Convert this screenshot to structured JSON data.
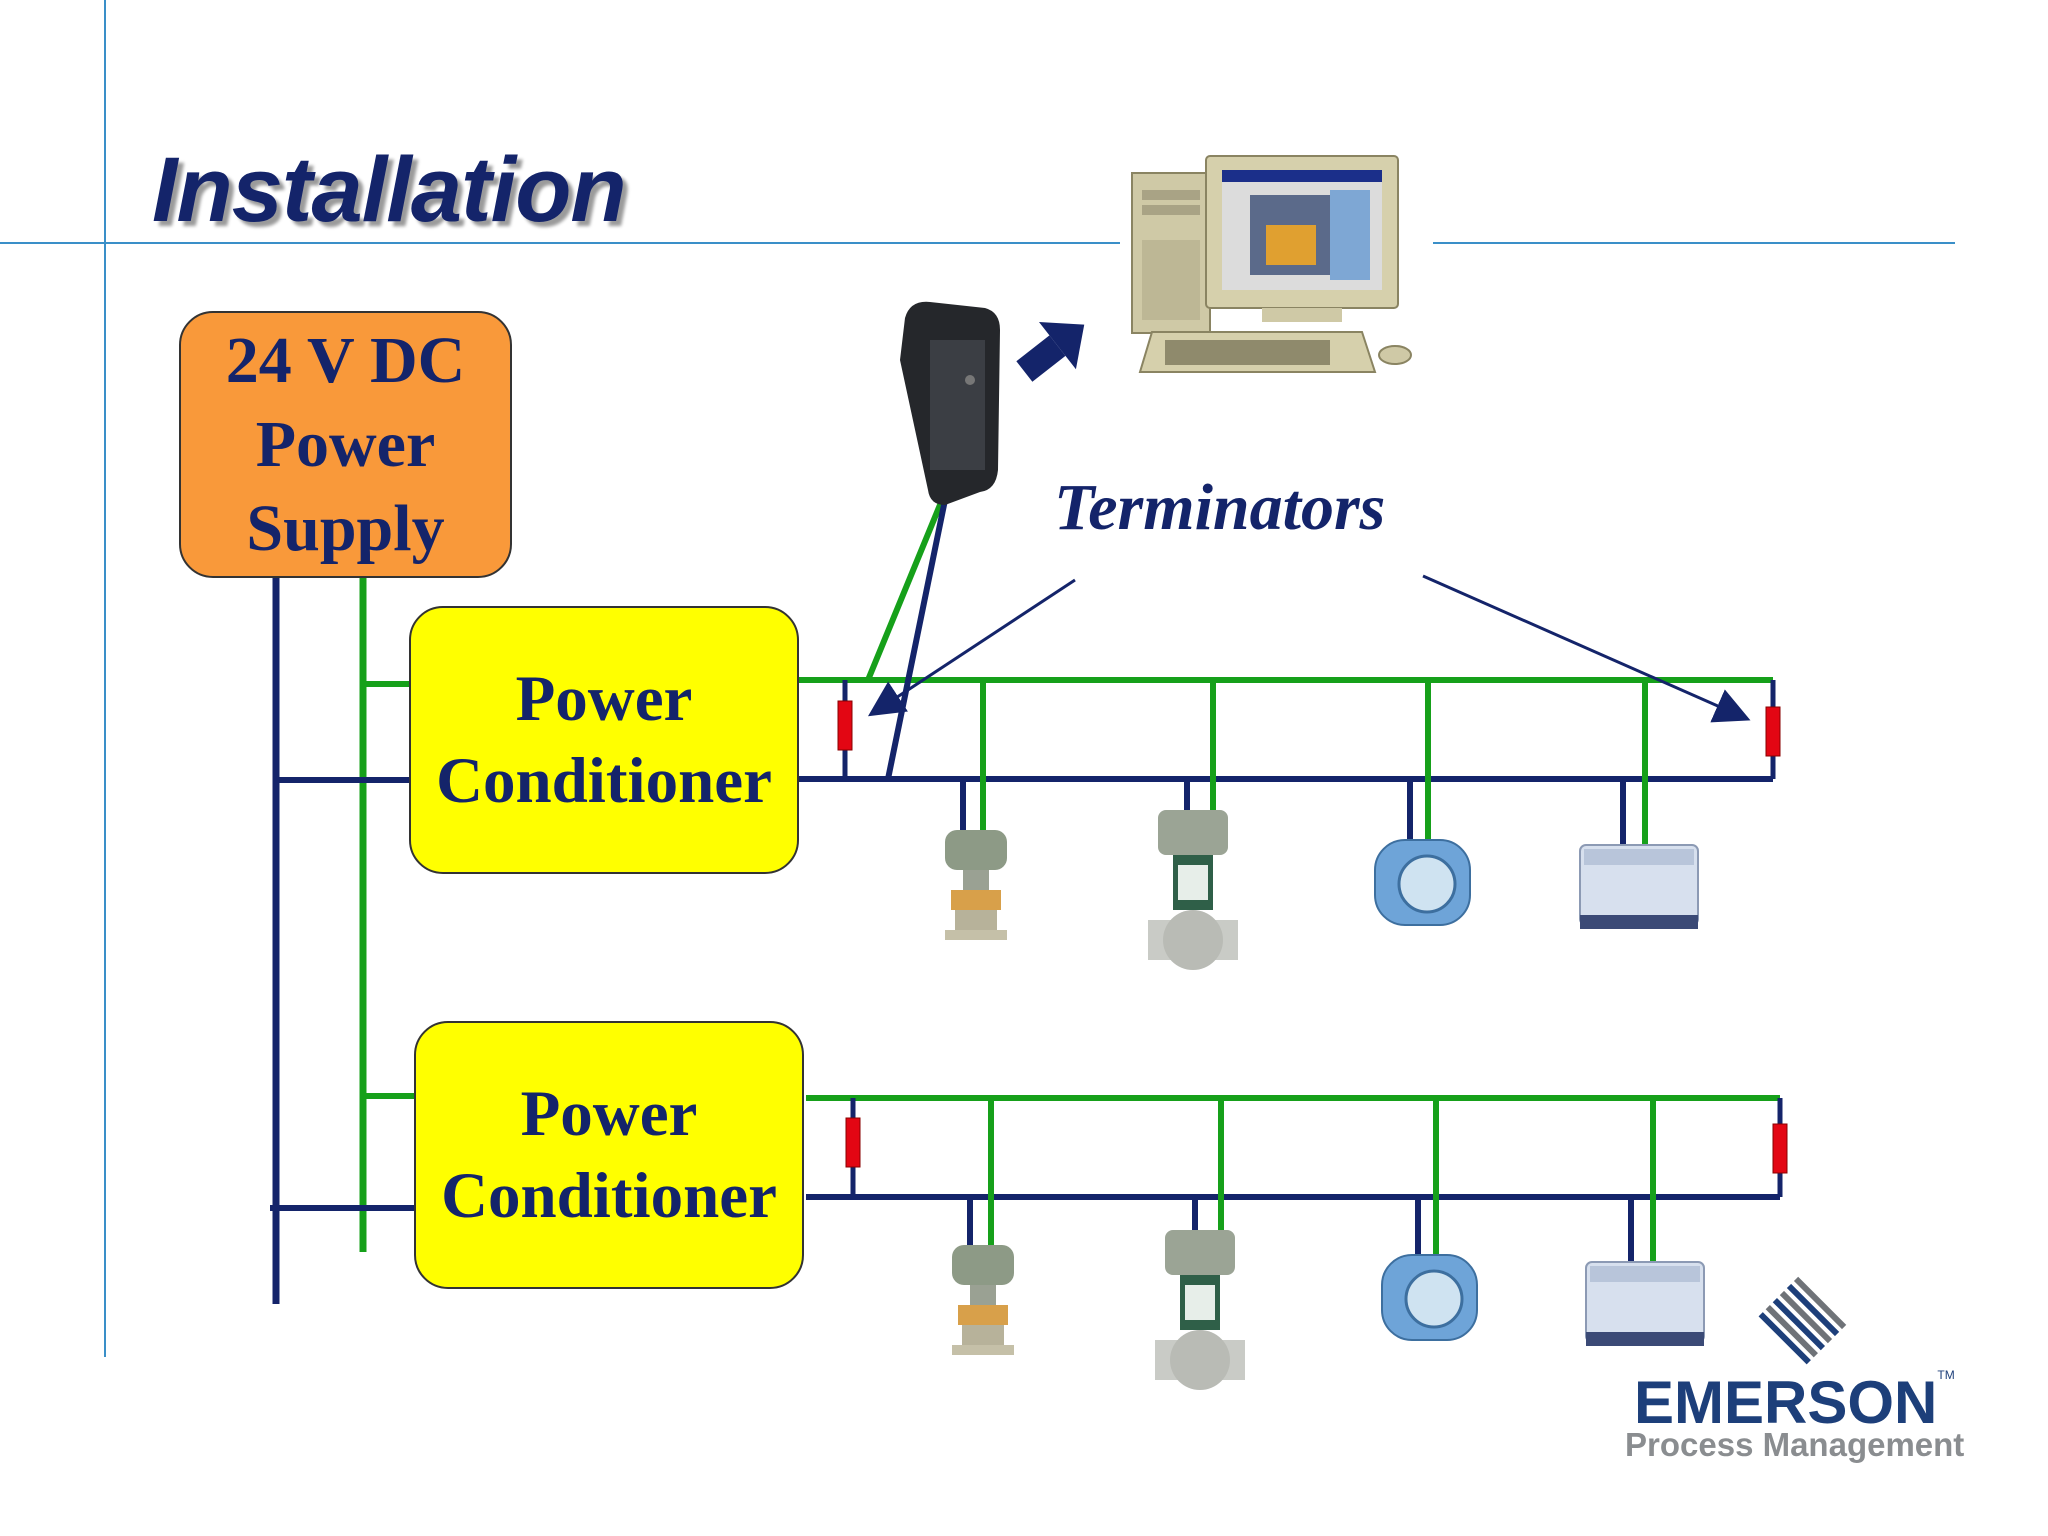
{
  "slide": {
    "title": "Installation",
    "power_supply": {
      "lines": [
        "24 V DC",
        "Power",
        "Supply"
      ]
    },
    "power_conditioners": [
      {
        "lines": [
          "Power",
          "Conditioner"
        ]
      },
      {
        "lines": [
          "Power",
          "Conditioner"
        ]
      }
    ],
    "terminators_label": "Terminators",
    "logo": {
      "name": "EMERSON",
      "tm": "TM",
      "subtitle": "Process Management"
    },
    "icons": [
      "host-computer-icon",
      "interface-module-icon",
      "pressure-transmitter-icon",
      "control-valve-icon",
      "temperature-transmitter-icon",
      "io-block-icon",
      "emerson-logo-icon"
    ],
    "colors": {
      "title": "#14246a",
      "blue_wire": "#14246a",
      "green_wire": "#16a01a",
      "power_supply_fill": "#f9993a",
      "conditioner_fill": "#ffff00",
      "terminator": "#e30613",
      "guide_line": "#3a8fc8"
    }
  }
}
